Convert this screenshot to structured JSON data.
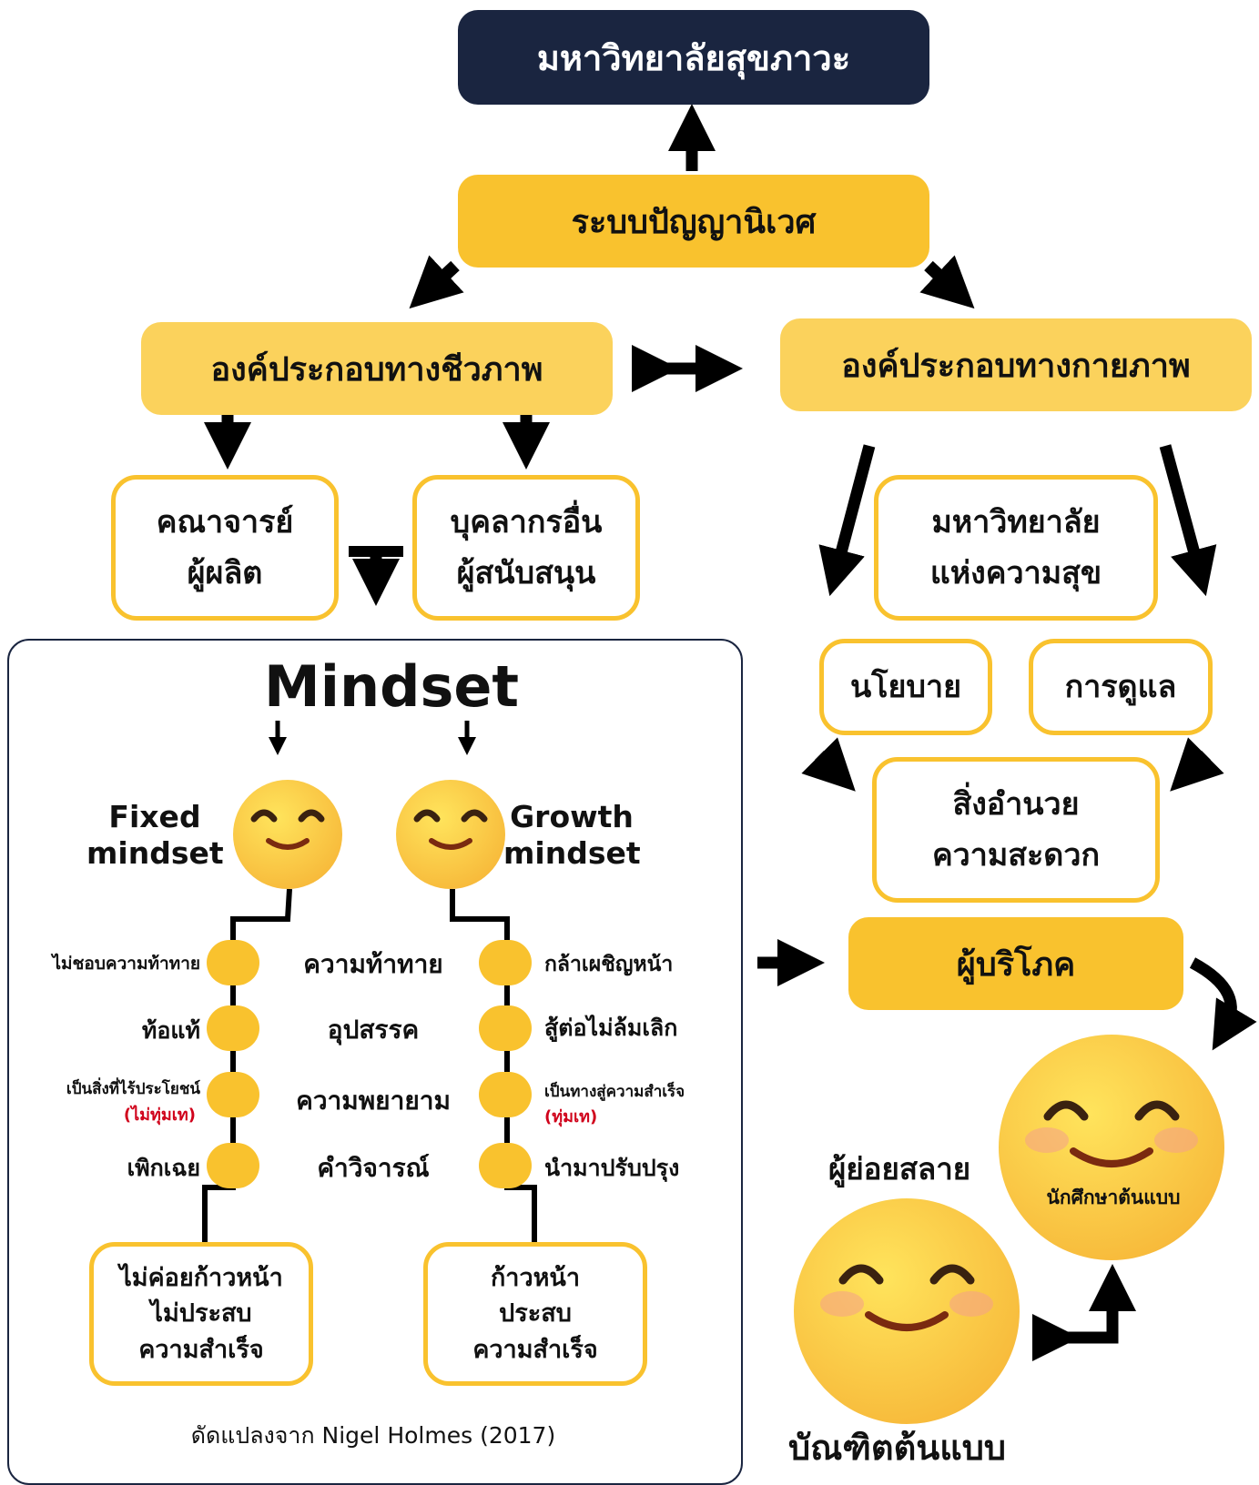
{
  "top": {
    "university": "มหาวิทยาลัยสุขภาวะ",
    "ecosystem": "ระบบปัญญานิเวศ",
    "biotic": "องค์ประกอบทางชีวภาพ",
    "physical": "องค์ประกอบทางกายภาพ"
  },
  "producers": {
    "faculty_l1": "คณาจารย์",
    "faculty_l2": "ผู้ผลิต",
    "staff_l1": "บุคลากรอื่น",
    "staff_l2": "ผู้สนับสนุน"
  },
  "physical_side": {
    "happy_l1": "มหาวิทยาลัย",
    "happy_l2": "แห่งความสุข",
    "policy": "นโยบาย",
    "care": "การดูแล",
    "facility_l1": "สิ่งอำนวย",
    "facility_l2": "ความสะดวก",
    "consumer": "ผู้บริโภค",
    "model_student": "นักศึกษาต้นแบบ",
    "decomposer": "ผู้ย่อยสลาย",
    "model_graduate": "บัณฑิตต้นแบบ"
  },
  "mindset": {
    "title": "Mindset",
    "fixed_l1": "Fixed",
    "fixed_l2": "mindset",
    "growth_l1": "Growth",
    "growth_l2": "mindset",
    "rows": [
      {
        "fixed": "ไม่ชอบความท้าทาย",
        "fixed_note": "",
        "center": "ความท้าทาย",
        "growth": "กล้าเผชิญหน้า",
        "growth_note": ""
      },
      {
        "fixed": "ท้อแท้",
        "fixed_note": "",
        "center": "อุปสรรค",
        "growth": "สู้ต่อไม่ล้มเลิก",
        "growth_note": ""
      },
      {
        "fixed": "เป็นสิ่งที่ไร้ประโยชน์",
        "fixed_note": "(ไม่ทุ่มเท)",
        "center": "ความพยายาม",
        "growth": "เป็นทางสู่ความสำเร็จ",
        "growth_note": "(ทุ่มเท)"
      },
      {
        "fixed": "เพิกเฉย",
        "fixed_note": "",
        "center": "คำวิจารณ์",
        "growth": "นำมาปรับปรุง",
        "growth_note": ""
      }
    ],
    "fixed_result_l1": "ไม่ค่อยก้าวหน้า",
    "fixed_result_l2": "ไม่ประสบ",
    "fixed_result_l3": "ความสำเร็จ",
    "growth_result_l1": "ก้าวหน้า",
    "growth_result_l2": "ประสบ",
    "growth_result_l3": "ความสำเร็จ",
    "credit": "ดัดแปลงจาก Nigel Holmes (2017)"
  },
  "colors": {
    "navy": "#1a2540",
    "gold": "#f9c22e",
    "light_gold": "#fbd25c",
    "red_note": "#d0021b",
    "arrow": "#000000"
  },
  "icons": [
    "smiley-face-icon",
    "arrow-icon"
  ]
}
